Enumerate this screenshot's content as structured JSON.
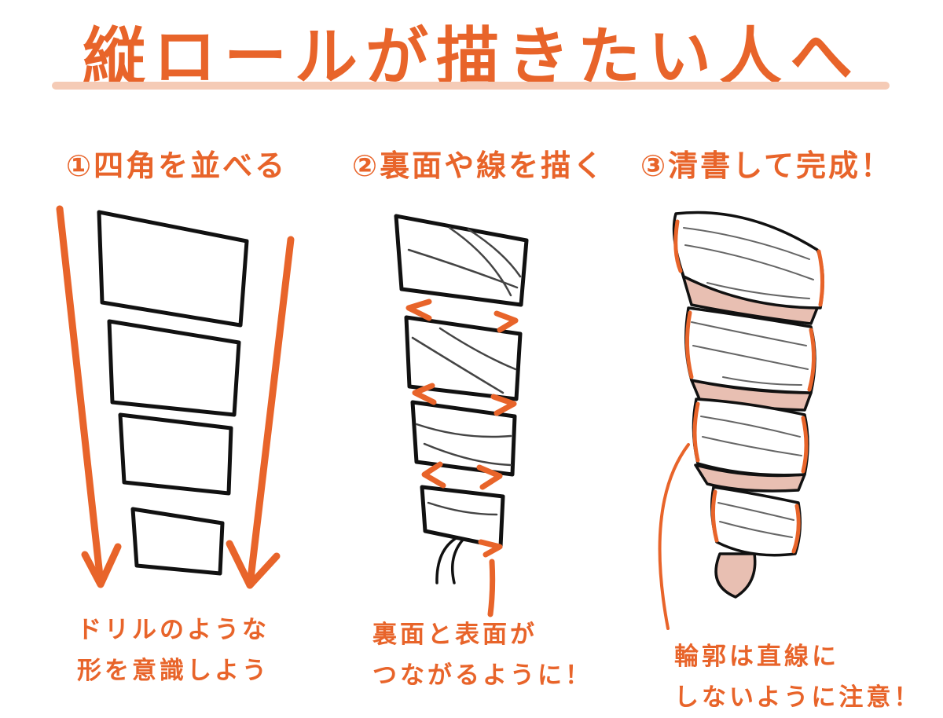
{
  "title": "縦ロールが描きたい人へ",
  "steps": [
    {
      "label": "①四角を並べる"
    },
    {
      "label": "②裏面や線を描く"
    },
    {
      "label": "③清書して完成！"
    }
  ],
  "notes": [
    {
      "line1": "ドリルのような",
      "line2": "形を意識しよう"
    },
    {
      "line1": "裏面と表面が",
      "line2": "つながるように！"
    },
    {
      "line1": "輪郭は直線に",
      "line2": "しないように注意！"
    }
  ],
  "colors": {
    "accent": "#e8642a",
    "underline": "#f5cbb6",
    "hair_inner": "#e8bfb2",
    "ink": "#111111"
  }
}
